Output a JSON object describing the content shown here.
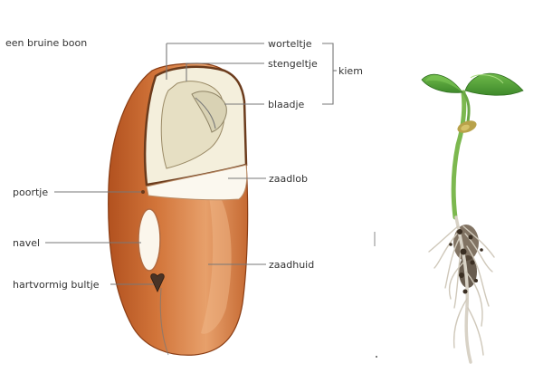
{
  "title": "een bruine boon",
  "labels": {
    "worteltje": "worteltje",
    "stengeltje": "stengeltje",
    "blaadje": "blaadje",
    "kiem": "kiem",
    "zaadlob": "zaadlob",
    "poortje": "poortje",
    "navel": "navel",
    "hartvormig_bultje": "hartvormig bultje",
    "zaadhuid": "zaadhuid"
  },
  "colors": {
    "seed_coat": "#c8672f",
    "seed_coat_light": "#e9a06a",
    "cotyledon": "#f7f3e8",
    "embryo": "#ece7d0",
    "seedling_green": "#5aa53a",
    "root": "#6b5a48"
  }
}
